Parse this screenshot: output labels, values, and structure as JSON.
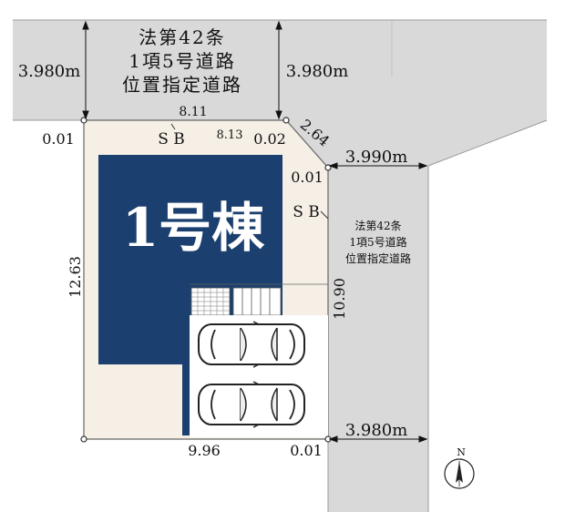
{
  "colors": {
    "road": "#d9d9d9",
    "lot": "#f5efe6",
    "building": "#1b3f6e",
    "boundary": "#666666"
  },
  "top_road": {
    "line1": "法第42条",
    "line2": "1項5号道路",
    "line3": "位置指定道路",
    "width_left": "3.980m",
    "width_right": "3.980m"
  },
  "right_road": {
    "line1": "法第42条",
    "line2": "1項5号道路",
    "line3": "位置指定道路",
    "width_top": "3.990m",
    "width_bottom": "3.980m"
  },
  "building": {
    "label": "1号棟"
  },
  "dimensions": {
    "top_edge_outer": "8.11",
    "top_edge_inner": "8.13",
    "corner_cut": "2.64",
    "left_edge": "12.63",
    "right_edge": "10.90",
    "bottom_edge": "9.96",
    "offset_top_left": "0.01",
    "offset_top_right": "0.02",
    "offset_right_top": "0.01",
    "offset_bottom_right": "0.01"
  },
  "markers": {
    "sb_top": "S B",
    "sb_right": "S B"
  },
  "compass": {
    "north_label": "N",
    "icon": "north-arrow-icon"
  }
}
